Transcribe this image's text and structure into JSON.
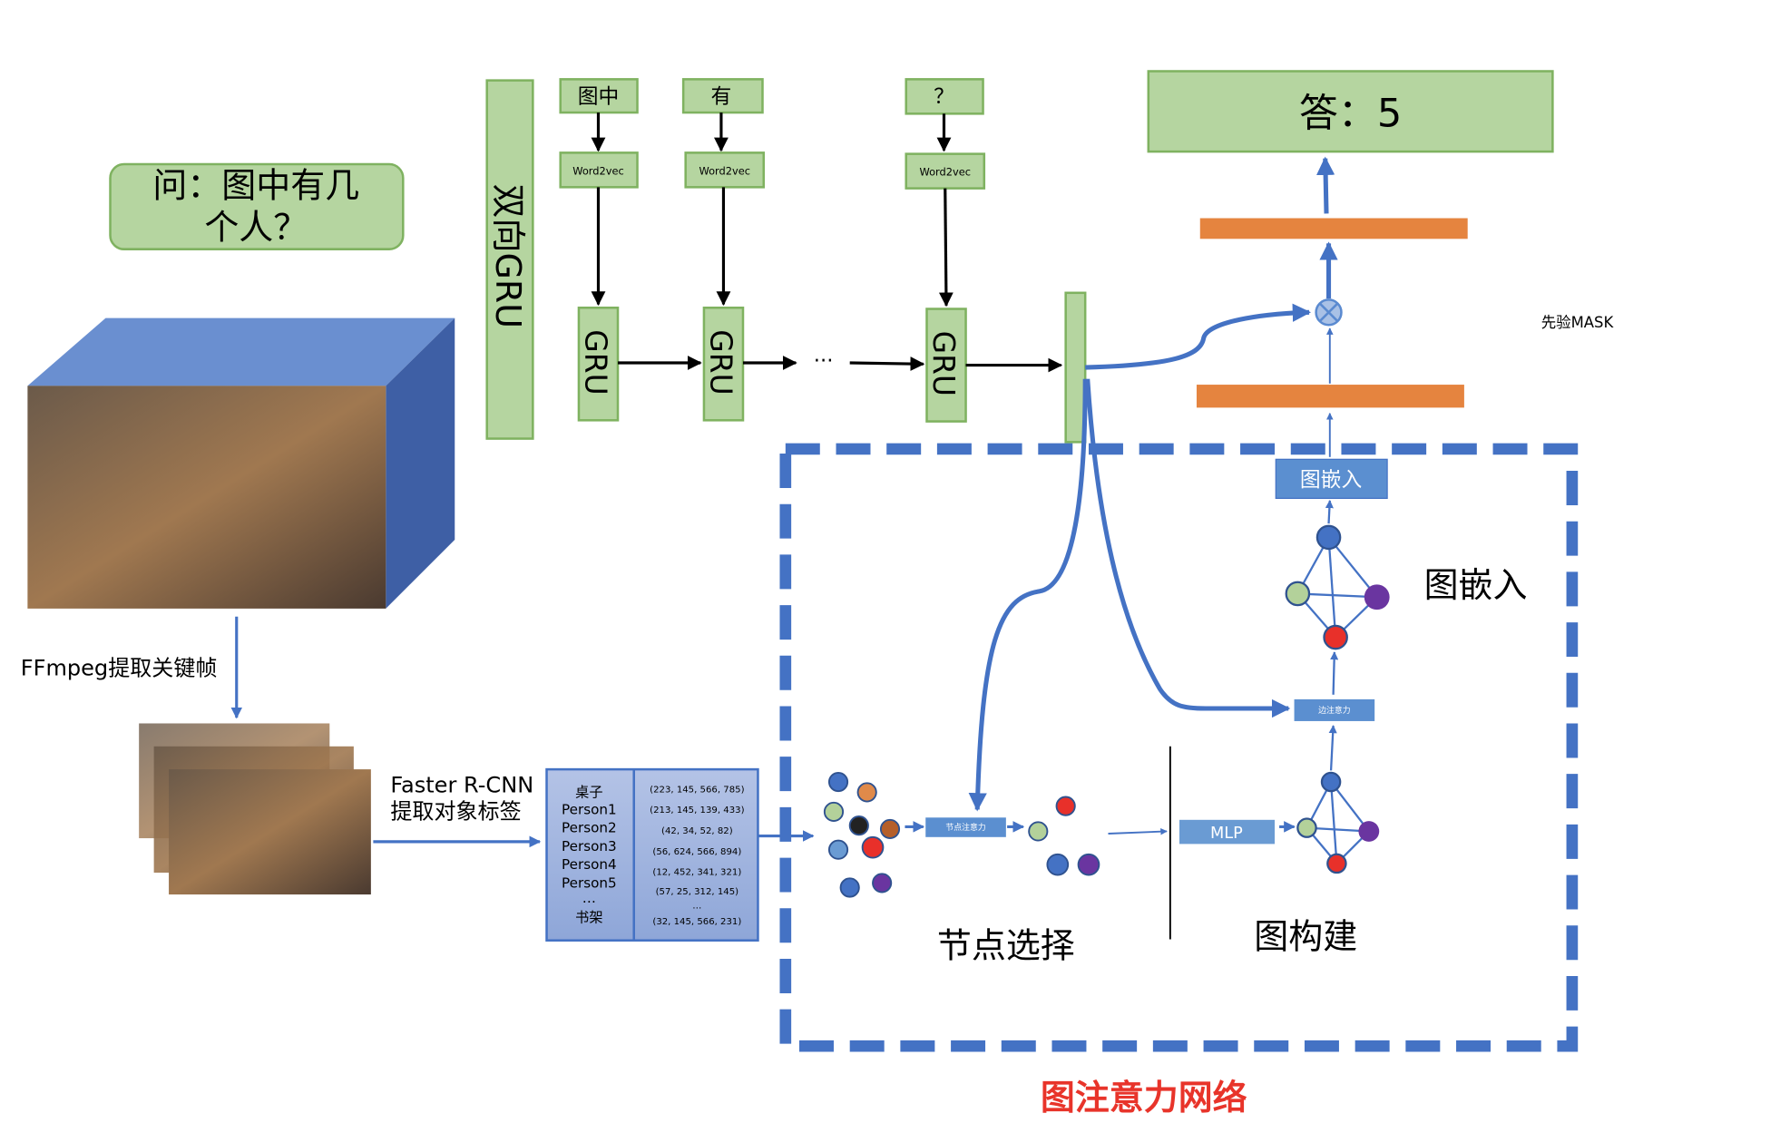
{
  "question": {
    "line1": "问：图中有几",
    "line2": "个人？"
  },
  "bigru_label": "双向GRU",
  "tokens": [
    "图中",
    "有",
    "？"
  ],
  "word2vec_label": "Word2vec",
  "gru_label": "GRU",
  "ellipsis": "···",
  "answer": "答：5",
  "prior_mask_label": "先验MASK",
  "ffmpeg_label": "FFmpeg提取关键帧",
  "faster_rcnn": {
    "line1": "Faster R-CNN",
    "line2": "提取对象标签"
  },
  "detections": {
    "labels": [
      "桌子",
      "Person1",
      "Person2",
      "Person3",
      "Person4",
      "Person5",
      "…",
      "书架"
    ],
    "boxes": [
      "(223, 145, 566, 785)",
      "(213, 145, 139, 433)",
      "(42, 34, 52, 82)",
      "(56, 624, 566, 894)",
      "(12, 452, 341, 321)",
      "(57, 25, 312, 145)",
      "…",
      "(32, 145, 566, 231)"
    ]
  },
  "node_attention_label": "节点注意力",
  "edge_attention_label": "边注意力",
  "mlp_label": "MLP",
  "graph_embed_box_label": "图嵌入",
  "graph_embed_label": "图嵌入",
  "node_select_label": "节点选择",
  "graph_build_label": "图构建",
  "network_title": "图注意力网络",
  "colors": {
    "accent_blue": "#4472c4",
    "green_box": "#b5d5a0",
    "orange_bar": "#e5843f",
    "title_red": "#e8342a"
  }
}
